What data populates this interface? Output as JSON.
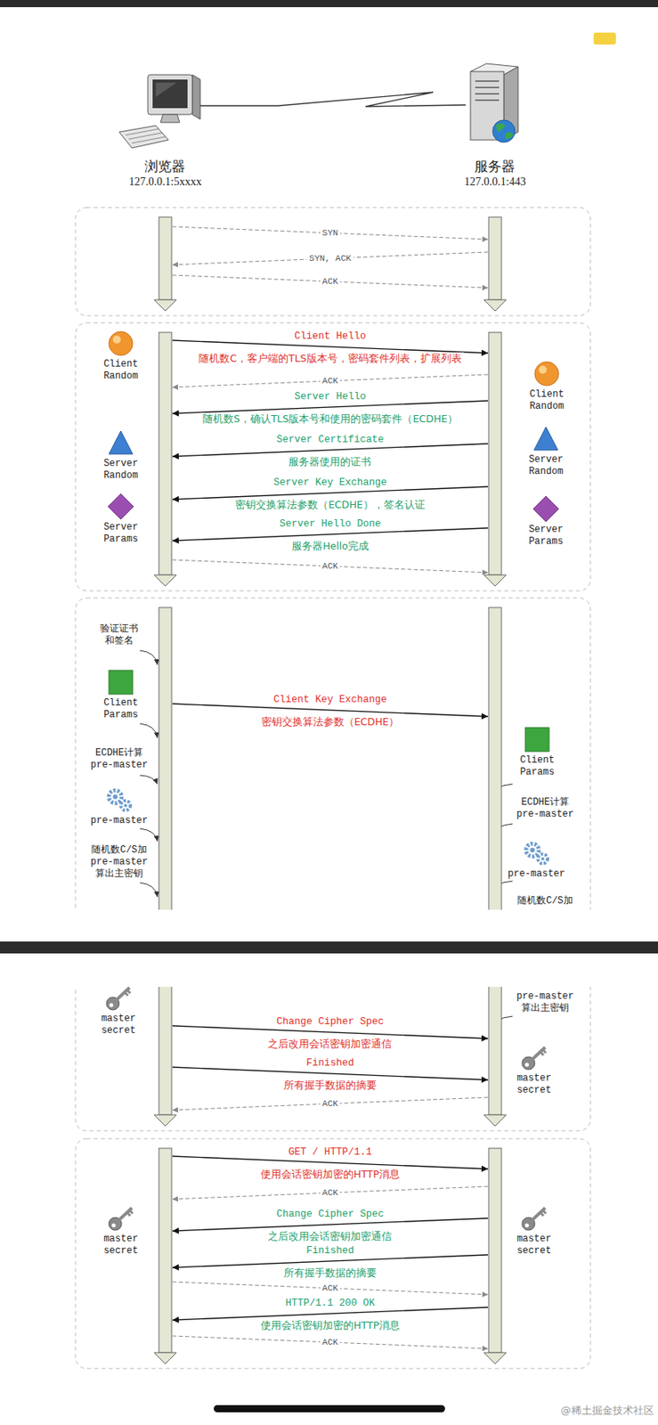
{
  "diagram": {
    "nodes": [
      {
        "text": [
          "浏览器",
          "127.0.0.1:5xxxx"
        ]
      },
      {
        "text": [
          "服务器",
          "127.0.0.1:443"
        ]
      },
      {
        "text": [
          "Client Random"
        ]
      },
      {
        "text": [
          "Client Random"
        ]
      },
      {
        "text": [
          "Server Random"
        ]
      },
      {
        "text": [
          "Server Random"
        ]
      },
      {
        "text": [
          "Server Params"
        ]
      },
      {
        "text": [
          "Server Params"
        ]
      },
      {
        "text": [
          "Client Params"
        ]
      },
      {
        "text": [
          "Client Params"
        ]
      },
      {
        "text": [
          "pre-master"
        ]
      },
      {
        "text": [
          "pre-master"
        ]
      },
      {
        "text": [
          "master secret"
        ]
      },
      {
        "text": [
          "master secret"
        ]
      },
      {
        "text": [
          "master secret"
        ]
      },
      {
        "text": [
          "master secret"
        ]
      }
    ],
    "edges": [
      {
        "from": 0,
        "to": 1,
        "arrow": "to",
        "label": "SYN"
      },
      {
        "from": 1,
        "to": 0,
        "arrow": "to",
        "label": "SYN, ACK"
      },
      {
        "from": 0,
        "to": 1,
        "arrow": "to",
        "label": "ACK"
      },
      {
        "from": 0,
        "to": 1,
        "arrow": "to",
        "label": "Client Hello"
      },
      {
        "from": 1,
        "to": 0,
        "arrow": "to",
        "label": "ACK"
      },
      {
        "from": 1,
        "to": 0,
        "arrow": "to",
        "label": "Server Hello"
      },
      {
        "from": 1,
        "to": 0,
        "arrow": "to",
        "label": "Server Certificate"
      },
      {
        "from": 1,
        "to": 0,
        "arrow": "to",
        "label": "Server Key Exchange"
      },
      {
        "from": 1,
        "to": 0,
        "arrow": "to",
        "label": "Server Hello Done"
      },
      {
        "from": 0,
        "to": 1,
        "arrow": "to",
        "label": "ACK"
      },
      {
        "from": 0,
        "to": 1,
        "arrow": "to",
        "label": "Client Key Exchange"
      },
      {
        "from": 0,
        "to": 1,
        "arrow": "to",
        "label": "Change Cipher Spec"
      },
      {
        "from": 0,
        "to": 1,
        "arrow": "to",
        "label": "Finished"
      },
      {
        "from": 1,
        "to": 0,
        "arrow": "to",
        "label": "ACK"
      },
      {
        "from": 0,
        "to": 1,
        "arrow": "to",
        "label": "GET / HTTP/1.1"
      },
      {
        "from": 1,
        "to": 0,
        "arrow": "to",
        "label": "ACK"
      },
      {
        "from": 1,
        "to": 0,
        "arrow": "to",
        "label": "Change Cipher Spec"
      },
      {
        "from": 1,
        "to": 0,
        "arrow": "to",
        "label": "Finished"
      },
      {
        "from": 0,
        "to": 1,
        "arrow": "to",
        "label": "ACK"
      },
      {
        "from": 1,
        "to": 0,
        "arrow": "to",
        "label": "HTTP/1.1 200 OK"
      },
      {
        "from": 0,
        "to": 1,
        "arrow": "to",
        "label": "ACK"
      }
    ],
    "labels": [
      "随机数C，客户端的TLS版本号，密码套件列表，扩展列表",
      "随机数S，确认TLS版本号和使用的密码套件（ECDHE）",
      "服务器使用的证书",
      "密钥交换算法参数（ECDHE），签名认证",
      "服务器Hello完成",
      "验证证书 和签名",
      "密钥交换算法参数（ECDHE）",
      "ECDHE计算 pre-master",
      "ECDHE计算 pre-master",
      "随机数C/S加 pre-master 算出主密钥",
      "随机数C/S加",
      "pre-master 算出主密钥",
      "之后改用会话密钥加密通信",
      "所有握手数据的摘要",
      "使用会话密钥加密的HTTP消息",
      "之后改用会话密钥加密通信",
      "所有握手数据的摘要",
      "使用会话密钥加密的HTTP消息",
      "@稀土掘金技术社区"
    ]
  }
}
